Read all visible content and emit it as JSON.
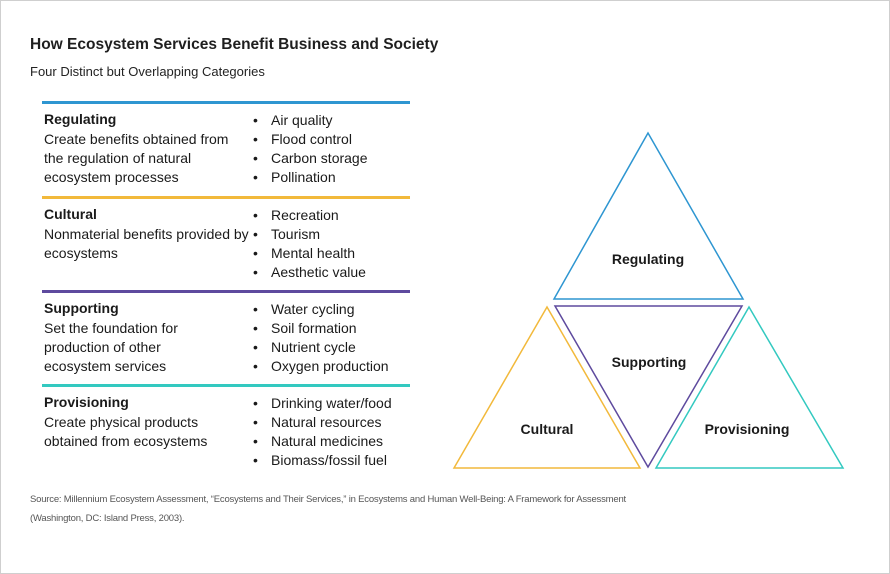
{
  "header": {
    "title": "How Ecosystem Services Benefit Business and Society",
    "subtitle": "Four Distinct but Overlapping Categories"
  },
  "categories": [
    {
      "name": "Regulating",
      "description": "Create benefits obtained from the regulation of natural ecosystem processes",
      "color": "#2e96d1",
      "examples": [
        "Air quality",
        "Flood control",
        "Carbon storage",
        "Pollination"
      ]
    },
    {
      "name": "Cultural",
      "description": "Nonmaterial benefits provided by ecosystems",
      "color": "#f2b93b",
      "examples": [
        "Recreation",
        "Tourism",
        "Mental health",
        "Aesthetic value"
      ]
    },
    {
      "name": "Supporting",
      "description": "Set the foundation for production of other ecosystem services",
      "color": "#5e4a9e",
      "examples": [
        "Water cycling",
        "Soil formation",
        "Nutrient cycle",
        "Oxygen production"
      ]
    },
    {
      "name": "Provisioning",
      "description": "Create physical products obtained from ecosystems",
      "color": "#33c9c0",
      "examples": [
        "Drinking water/food",
        "Natural resources",
        "Natural medicines",
        "Biomass/fossil fuel"
      ]
    }
  ],
  "diagram": {
    "regulating": "Regulating",
    "supporting": "Supporting",
    "cultural": "Cultural",
    "provisioning": "Provisioning"
  },
  "source": "Source: Millennium Ecosystem Assessment, “Ecosystems and Their Services,” in Ecosystems and Human Well-Being: A Framework for Assessment (Washington, DC: Island Press, 2003)."
}
